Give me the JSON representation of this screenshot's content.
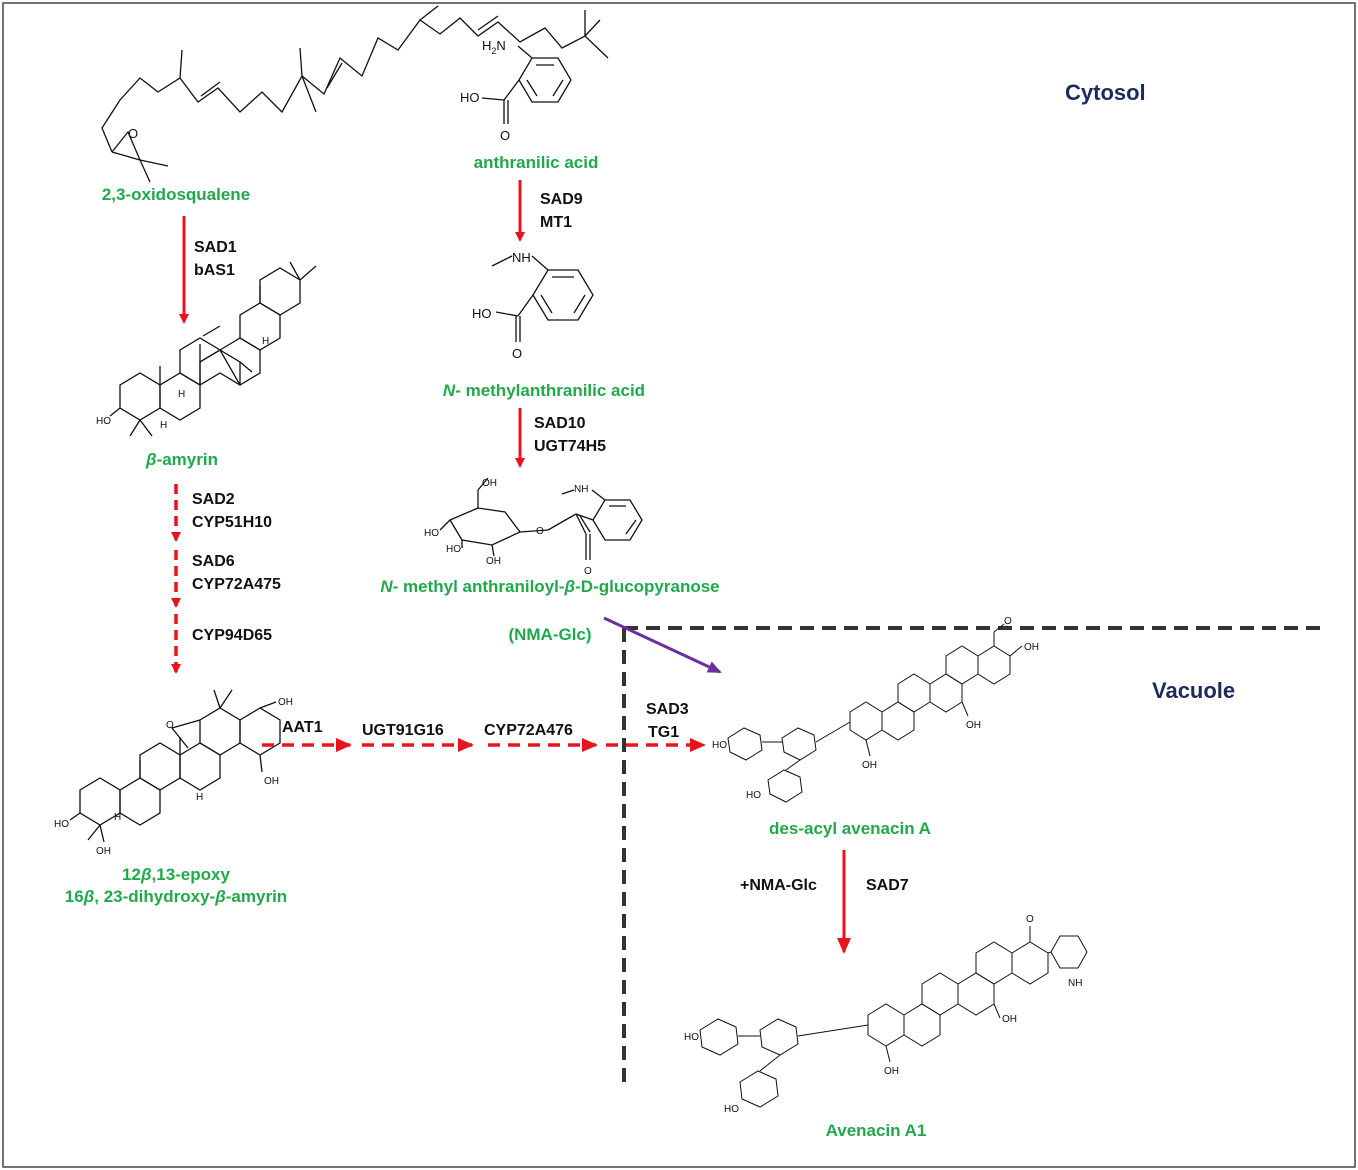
{
  "compartments": {
    "cytosol": "Cytosol",
    "vacuole": "Vacuole"
  },
  "compounds": {
    "oxidosqualene": "2,3-oxidosqualene",
    "b_amyrin_greek": "β",
    "b_amyrin_rest": "-amyrin",
    "epoxy_line1_a": "12",
    "epoxy_line1_b": "β",
    "epoxy_line1_c": ",13-epoxy",
    "epoxy_line2_a": "16",
    "epoxy_line2_b": "β",
    "epoxy_line2_c": ", 23-dihydroxy-",
    "epoxy_line2_d": "β",
    "epoxy_line2_e": "-amyrin",
    "anthranilic": "anthranilic acid",
    "nmethyl_italic": "N",
    "nmethyl_rest": "- methylanthranilic acid",
    "glucopyranose_italic": "N",
    "glucopyranose_a": "- methyl anthraniloyl-",
    "glucopyranose_greek": "β",
    "glucopyranose_b": "-D-glucopyranose",
    "nma_glc": "(NMA-Glc)",
    "desacyl": "des-acyl avenacin A",
    "avenacin": "Avenacin A1"
  },
  "enzymes": {
    "sad1": "SAD1",
    "bas1": "bAS1",
    "sad2": "SAD2",
    "cyp51h10": "CYP51H10",
    "sad6": "SAD6",
    "cyp72a475": "CYP72A475",
    "cyp94d65": "CYP94D65",
    "sad9": "SAD9",
    "mt1": "MT1",
    "sad10": "SAD10",
    "ugt74h5": "UGT74H5",
    "aat1": "AAT1",
    "ugt91g16": "UGT91G16",
    "cyp72a476": "CYP72A476",
    "sad3": "SAD3",
    "tg1": "TG1",
    "plus_nma_glc": "+NMA-Glc",
    "sad7": "SAD7"
  },
  "atom_labels": {
    "h2n": "H",
    "h2n_sub": "2",
    "h2n_n": "N",
    "ho": "HO",
    "oh": "OH",
    "o": "O",
    "nh": "NH",
    "h": "H"
  },
  "colors": {
    "compound_green": "#22a84a",
    "arrow_red": "#e8141b",
    "compartment_navy": "#1d2a5c",
    "boundary_gray": "#333333",
    "transport_purple": "#6a2fa0"
  }
}
